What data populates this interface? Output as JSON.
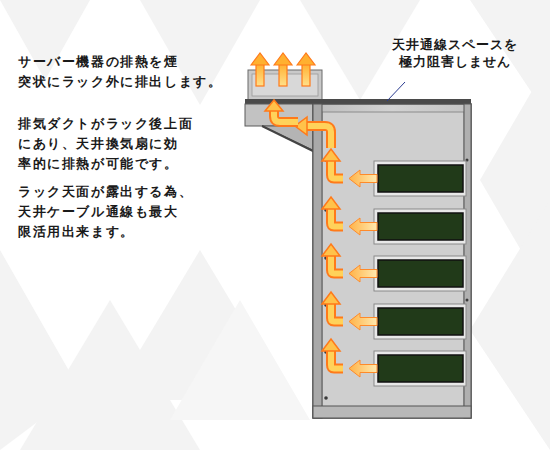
{
  "diagram": {
    "labels": [
      "天井通線スペースを 極力阻害しません",
      "サーバー機器の排熱を煙 突状にラック外に排出します。",
      "排気ダクトがラック後上面 にあり、天井換気扇に効 率的に排熱が可能です。",
      "ラック天面が露出する為、 天井ケーブル通線も最大 限活用出来ます。"
    ]
  }
}
